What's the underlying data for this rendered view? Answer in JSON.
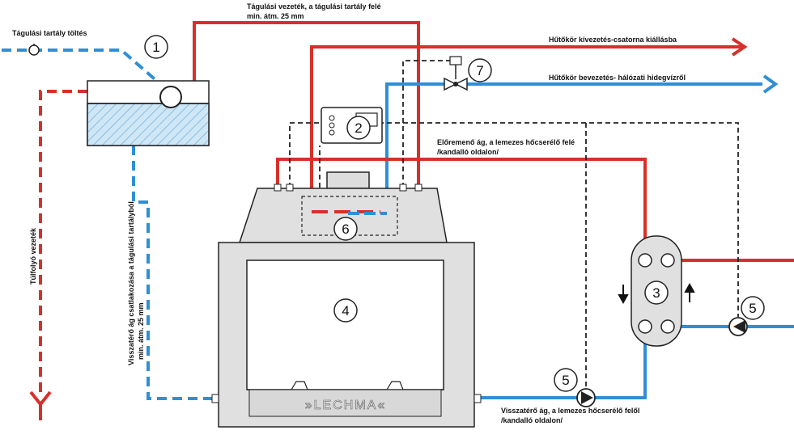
{
  "labels": {
    "fill_tank": "Tágulási tartály töltés",
    "expansion_line_1": "Tágulási vezeték, a tágulási tartály felé",
    "expansion_line_2": "min. átm. 25 mm",
    "cooling_out": "Hűtőkör kivezetés-csatorna kiállásba",
    "cooling_in": "Hűtőkör bevezetés- hálózati hidegvízről",
    "flow_branch_1": "Előremenő ág, a lemezes hőcserélő felé",
    "flow_branch_2": "/kandalló oldalon/",
    "overflow_line": "Túlfolyó vezeték",
    "return_conn_1": "Visszatérő ág csatlakozása a tágulási tartályból",
    "return_conn_2": "min. átm. 25 mm",
    "return_branch_1": "Visszatérő ág, a lemezes hőcserélő felől",
    "return_branch_2": "/kandalló oldalon/",
    "brand": "»LECHMA«"
  },
  "components": {
    "n1": "1",
    "n2": "2",
    "n3": "3",
    "n4": "4",
    "n5a": "5",
    "n5b": "5",
    "n6": "6",
    "n7": "7"
  },
  "colors": {
    "hot": "#d7302a",
    "cold": "#2f8fd6",
    "control": "#222222"
  }
}
